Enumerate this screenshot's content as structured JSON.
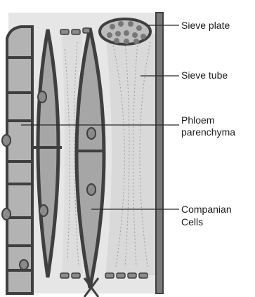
{
  "labels": {
    "sieve_plate": "Sieve plate",
    "sieve_tube": "Sieve tube",
    "phloem_line1": "Phloem",
    "phloem_line2": "parenchyma",
    "companion_line1": "Companian",
    "companion_line2": "Cells"
  },
  "colors": {
    "outline": "#3f3f3f",
    "cell_fill": "#a6a6a6",
    "light_fill": "#e3e3e3",
    "lumen_fill": "#d9d9d9",
    "leader_line": "#2a2a2a"
  }
}
